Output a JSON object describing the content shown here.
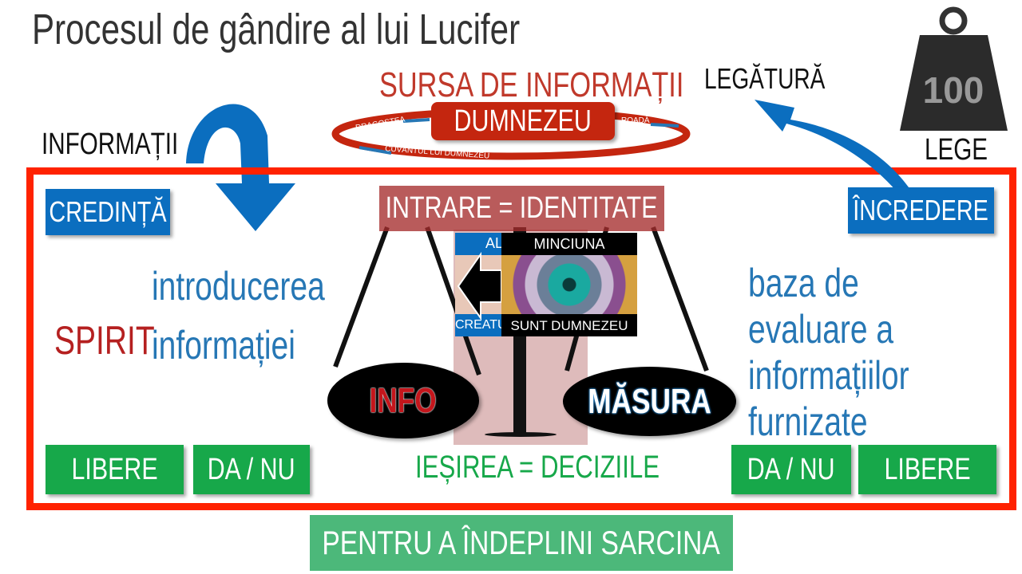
{
  "title": "Procesul de gândire al lui Lucifer",
  "source": {
    "label": "SURSA DE INFORMAȚII",
    "god": "DUMNEZEU",
    "ring": {
      "love": "DRAGOSTEA",
      "fruit": "ROADĂ",
      "word": "CUVÂNTUL LUI DUMNEZEU"
    }
  },
  "link_label": "LEGĂTURĂ",
  "weight": {
    "value": "100",
    "label": "LEGE"
  },
  "info_label": "INFORMAȚII",
  "frame": {
    "faith": "CREDINȚĂ",
    "trust": "ÎNCREDERE",
    "input": "INTRARE = IDENTITATE",
    "eye": {
      "top_left": "AL",
      "top": "MINCIUNA",
      "bottom_left": "CREATUR",
      "bottom": "SUNT DUMNEZEU"
    },
    "left_text": [
      "introducerea",
      "informației"
    ],
    "spirit": "SPIRIT",
    "right_text": [
      "baza de",
      "evaluare a",
      "informațiilor",
      "furnizate"
    ],
    "info": "INFO",
    "measure": "MĂSURA",
    "output": "IEȘIREA = DECIZIILE",
    "buttons": [
      "LIBERE",
      "DA / NU",
      "DA / NU",
      "LIBERE"
    ]
  },
  "task": "PENTRU A ÎNDEPLINI SARCINA",
  "colors": {
    "red": "#ff2200",
    "blue": "#0b6ebf",
    "green": "#17a84a",
    "darkred": "#b52020"
  }
}
